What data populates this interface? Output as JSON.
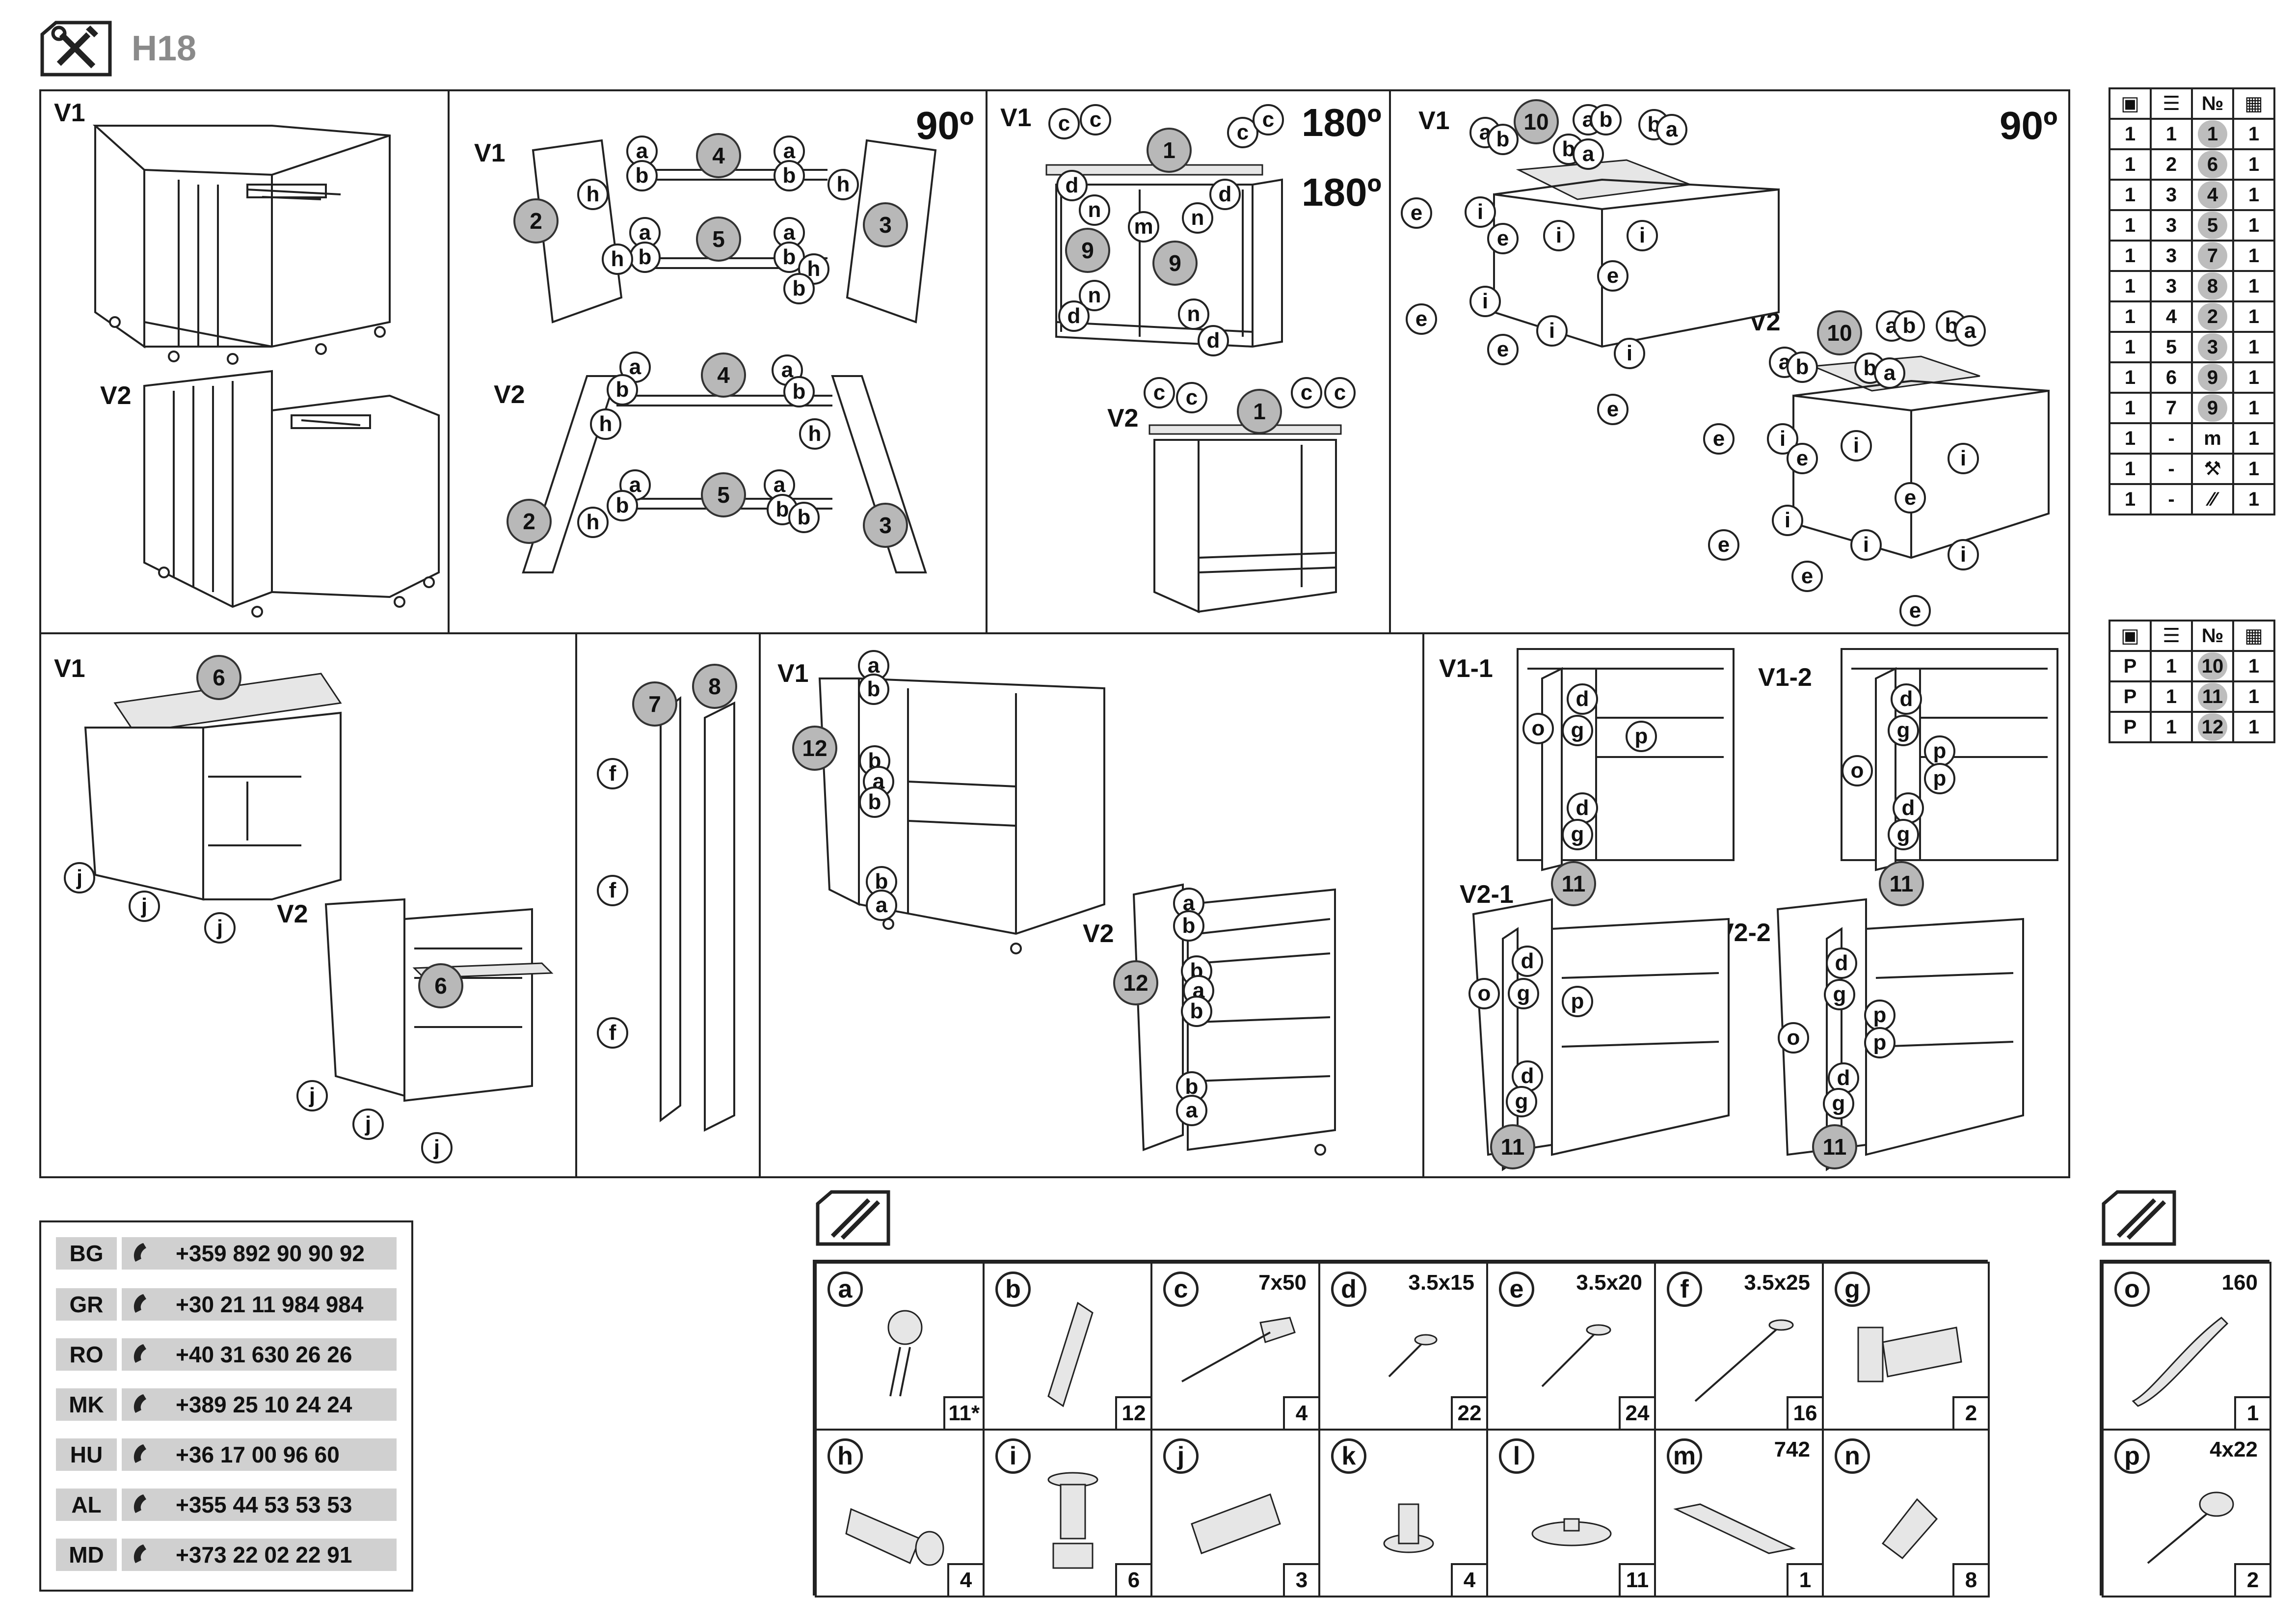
{
  "header": {
    "model": "H18"
  },
  "step1": {
    "v1": "V1",
    "v2": "V2"
  },
  "step2": {
    "rotate": "90º",
    "v1": "V1",
    "v2": "V2",
    "v1_labels": [
      "a",
      "b",
      "4",
      "a",
      "b",
      "h",
      "h",
      "2",
      "3",
      "a",
      "b",
      "5",
      "a",
      "b",
      "h",
      "h",
      "b"
    ],
    "v2_labels": [
      "a",
      "b",
      "4",
      "a",
      "b",
      "h",
      "h",
      "a",
      "b",
      "5",
      "a",
      "b",
      "h",
      "b",
      "2",
      "3"
    ]
  },
  "step3": {
    "v1": "V1",
    "v2": "V2",
    "rot1": "180º",
    "rot2": "180º",
    "v1_labels": [
      "c",
      "c",
      "1",
      "c",
      "c",
      "d",
      "n",
      "d",
      "n",
      "m",
      "9",
      "9",
      "n",
      "d",
      "n",
      "d"
    ],
    "v2_labels": [
      "c",
      "c",
      "1",
      "c",
      "c"
    ]
  },
  "step4": {
    "rotate": "90º",
    "v1": "V1",
    "v2": "V2",
    "v1_labels": [
      "a",
      "b",
      "10",
      "a",
      "b",
      "b",
      "a",
      "b",
      "a",
      "e",
      "i",
      "e",
      "i",
      "e",
      "i",
      "e",
      "i",
      "e",
      "i",
      "i",
      "e"
    ],
    "v2_labels": [
      "a",
      "b",
      "10",
      "a",
      "b",
      "b",
      "a",
      "b",
      "a",
      "e",
      "i",
      "e",
      "i",
      "e",
      "i",
      "e",
      "i",
      "e",
      "i",
      "i",
      "e"
    ]
  },
  "step5": {
    "v1": "V1",
    "v2": "V2",
    "v1_labels": [
      "6",
      "j",
      "j",
      "j"
    ],
    "v2_labels": [
      "6",
      "j",
      "j",
      "j"
    ]
  },
  "step6": {
    "labels": [
      "7",
      "8",
      "f",
      "f",
      "f"
    ]
  },
  "step7": {
    "v1": "V1",
    "v2": "V2",
    "v1_labels": [
      "a",
      "b",
      "12",
      "b",
      "a",
      "b",
      "b",
      "a"
    ],
    "v2_labels": [
      "a",
      "b",
      "12",
      "b",
      "a",
      "b",
      "b",
      "a"
    ]
  },
  "step8": {
    "v11": "V1-1",
    "v12": "V1-2",
    "v21": "V2-1",
    "v22": "V2-2",
    "v11_labels": [
      "d",
      "o",
      "g",
      "p",
      "d",
      "g",
      "11"
    ],
    "v12_labels": [
      "d",
      "g",
      "p",
      "o",
      "p",
      "d",
      "g",
      "11"
    ],
    "v21_labels": [
      "d",
      "o",
      "g",
      "p",
      "d",
      "g",
      "11"
    ],
    "v22_labels": [
      "d",
      "g",
      "p",
      "o",
      "p",
      "d",
      "g",
      "11"
    ]
  },
  "parts_table": {
    "icons": [
      "box-icon",
      "stack-icon",
      "№",
      "package-icon"
    ],
    "rows": [
      [
        "1",
        "1",
        "1",
        "1"
      ],
      [
        "1",
        "2",
        "6",
        "1"
      ],
      [
        "1",
        "3",
        "4",
        "1"
      ],
      [
        "1",
        "3",
        "5",
        "1"
      ],
      [
        "1",
        "3",
        "7",
        "1"
      ],
      [
        "1",
        "3",
        "8",
        "1"
      ],
      [
        "1",
        "4",
        "2",
        "1"
      ],
      [
        "1",
        "5",
        "3",
        "1"
      ],
      [
        "1",
        "6",
        "9",
        "1"
      ],
      [
        "1",
        "7",
        "9",
        "1"
      ],
      [
        "1",
        "-",
        "m",
        "1"
      ],
      [
        "1",
        "-",
        "tool-icon",
        "1"
      ],
      [
        "1",
        "-",
        "slash-icon",
        "1"
      ]
    ]
  },
  "extra_table": {
    "icons": [
      "box-icon",
      "stack-icon",
      "№",
      "package-icon"
    ],
    "rows": [
      [
        "P",
        "1",
        "10",
        "1"
      ],
      [
        "P",
        "1",
        "11",
        "1"
      ],
      [
        "P",
        "1",
        "12",
        "1"
      ]
    ]
  },
  "phones": [
    {
      "cc": "BG",
      "num": "+359 892 90 90 92"
    },
    {
      "cc": "GR",
      "num": "+30 21 11 984 984"
    },
    {
      "cc": "RO",
      "num": "+40 31 630 26 26"
    },
    {
      "cc": "MK",
      "num": "+389 25 10 24 24"
    },
    {
      "cc": "HU",
      "num": "+36 17 00 96 60"
    },
    {
      "cc": "AL",
      "num": "+355 44 53 53 53"
    },
    {
      "cc": "MD",
      "num": "+373 22 02 22 91"
    }
  ],
  "hardware": [
    {
      "id": "a",
      "size": "",
      "qty": "11*"
    },
    {
      "id": "b",
      "size": "",
      "qty": "12"
    },
    {
      "id": "c",
      "size": "7x50",
      "qty": "4"
    },
    {
      "id": "d",
      "size": "3.5x15",
      "qty": "22"
    },
    {
      "id": "e",
      "size": "3.5x20",
      "qty": "24"
    },
    {
      "id": "f",
      "size": "3.5x25",
      "qty": "16"
    },
    {
      "id": "g",
      "size": "",
      "qty": "2"
    },
    {
      "id": "h",
      "size": "",
      "qty": "4"
    },
    {
      "id": "i",
      "size": "",
      "qty": "6"
    },
    {
      "id": "j",
      "size": "",
      "qty": "3"
    },
    {
      "id": "k",
      "size": "",
      "qty": "4"
    },
    {
      "id": "l",
      "size": "",
      "qty": "11"
    },
    {
      "id": "m",
      "size": "742",
      "qty": "1"
    },
    {
      "id": "n",
      "size": "",
      "qty": "8"
    }
  ],
  "hardware_extra": [
    {
      "id": "o",
      "size": "160",
      "qty": "1"
    },
    {
      "id": "p",
      "size": "4x22",
      "qty": "2"
    }
  ]
}
